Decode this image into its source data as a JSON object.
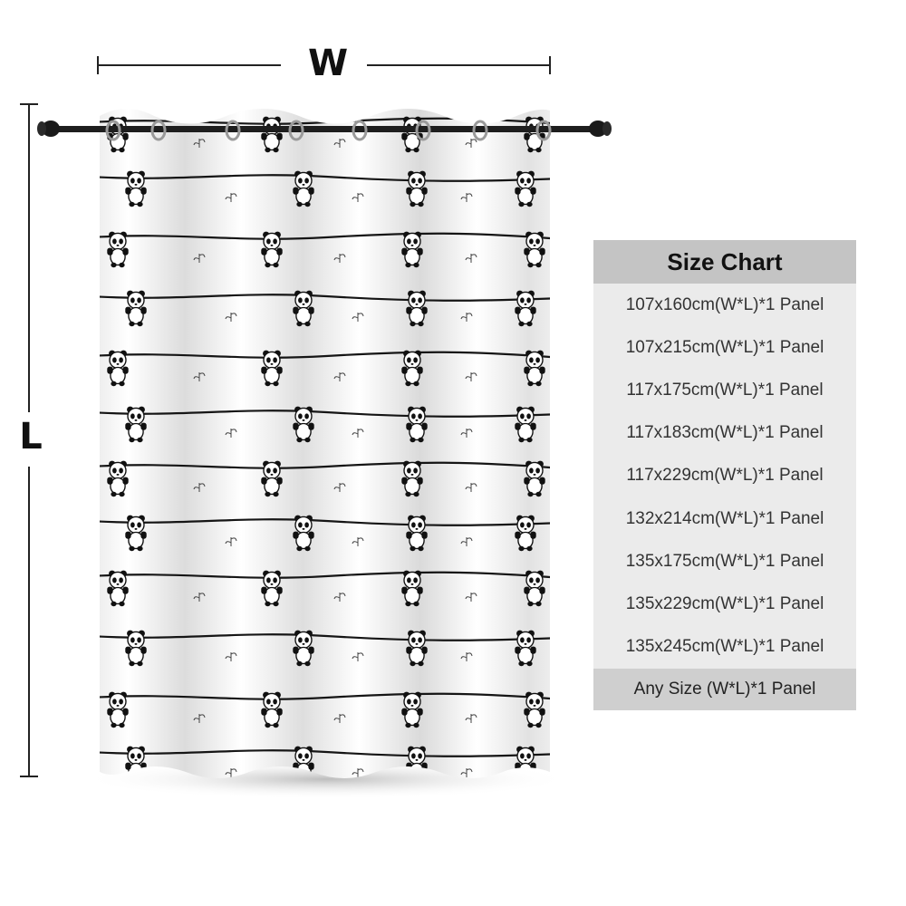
{
  "dimensions": {
    "width_label": "W",
    "length_label": "L"
  },
  "size_chart": {
    "title": "Size Chart",
    "rows": [
      "107x160cm(W*L)*1 Panel",
      "107x215cm(W*L)*1 Panel",
      "117x175cm(W*L)*1 Panel",
      "117x183cm(W*L)*1 Panel",
      "117x229cm(W*L)*1 Panel",
      "132x214cm(W*L)*1 Panel",
      "135x175cm(W*L)*1 Panel",
      "135x229cm(W*L)*1 Panel",
      "135x245cm(W*L)*1 Panel"
    ],
    "footer": "Any Size (W*L)*1 Panel"
  },
  "pattern": {
    "motif": "panda-icon",
    "ink_color": "#111111",
    "fabric_color": "#ffffff"
  }
}
